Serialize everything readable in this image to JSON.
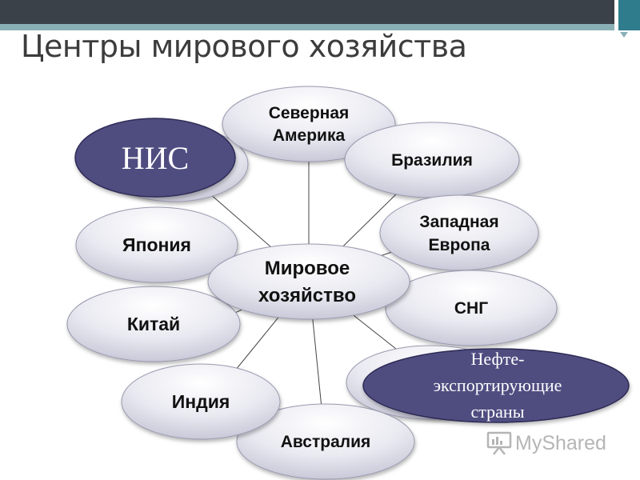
{
  "title": "Центры мирового хозяйства",
  "center": {
    "line1": "Мировое",
    "line2": "хозяйство"
  },
  "nodes": {
    "north_america": {
      "line1": "Северная",
      "line2": "Америка"
    },
    "brazil": {
      "label": "Бразилия"
    },
    "western_europe": {
      "line1": "Западная",
      "line2": "Европа"
    },
    "cis": {
      "label": "СНГ"
    },
    "oil_exporters": {
      "line1": "Нефте-",
      "line2": "экспортирующие",
      "line3": "страны"
    },
    "australia": {
      "label": "Австралия"
    },
    "india": {
      "label": "Индия"
    },
    "china": {
      "label": "Китай"
    },
    "japan": {
      "label": "Япония"
    },
    "nis": {
      "label": "НИС"
    }
  },
  "watermark": {
    "text": "MyShared"
  },
  "colors": {
    "node_fill_light": "#ffffff",
    "node_fill_mid": "#e8e8f0",
    "node_fill_dark": "#c5c5d5",
    "accent_fill": "#4f4d80",
    "topbar_dark": "#3b4148",
    "topbar_teal": "#8ab0b6"
  }
}
